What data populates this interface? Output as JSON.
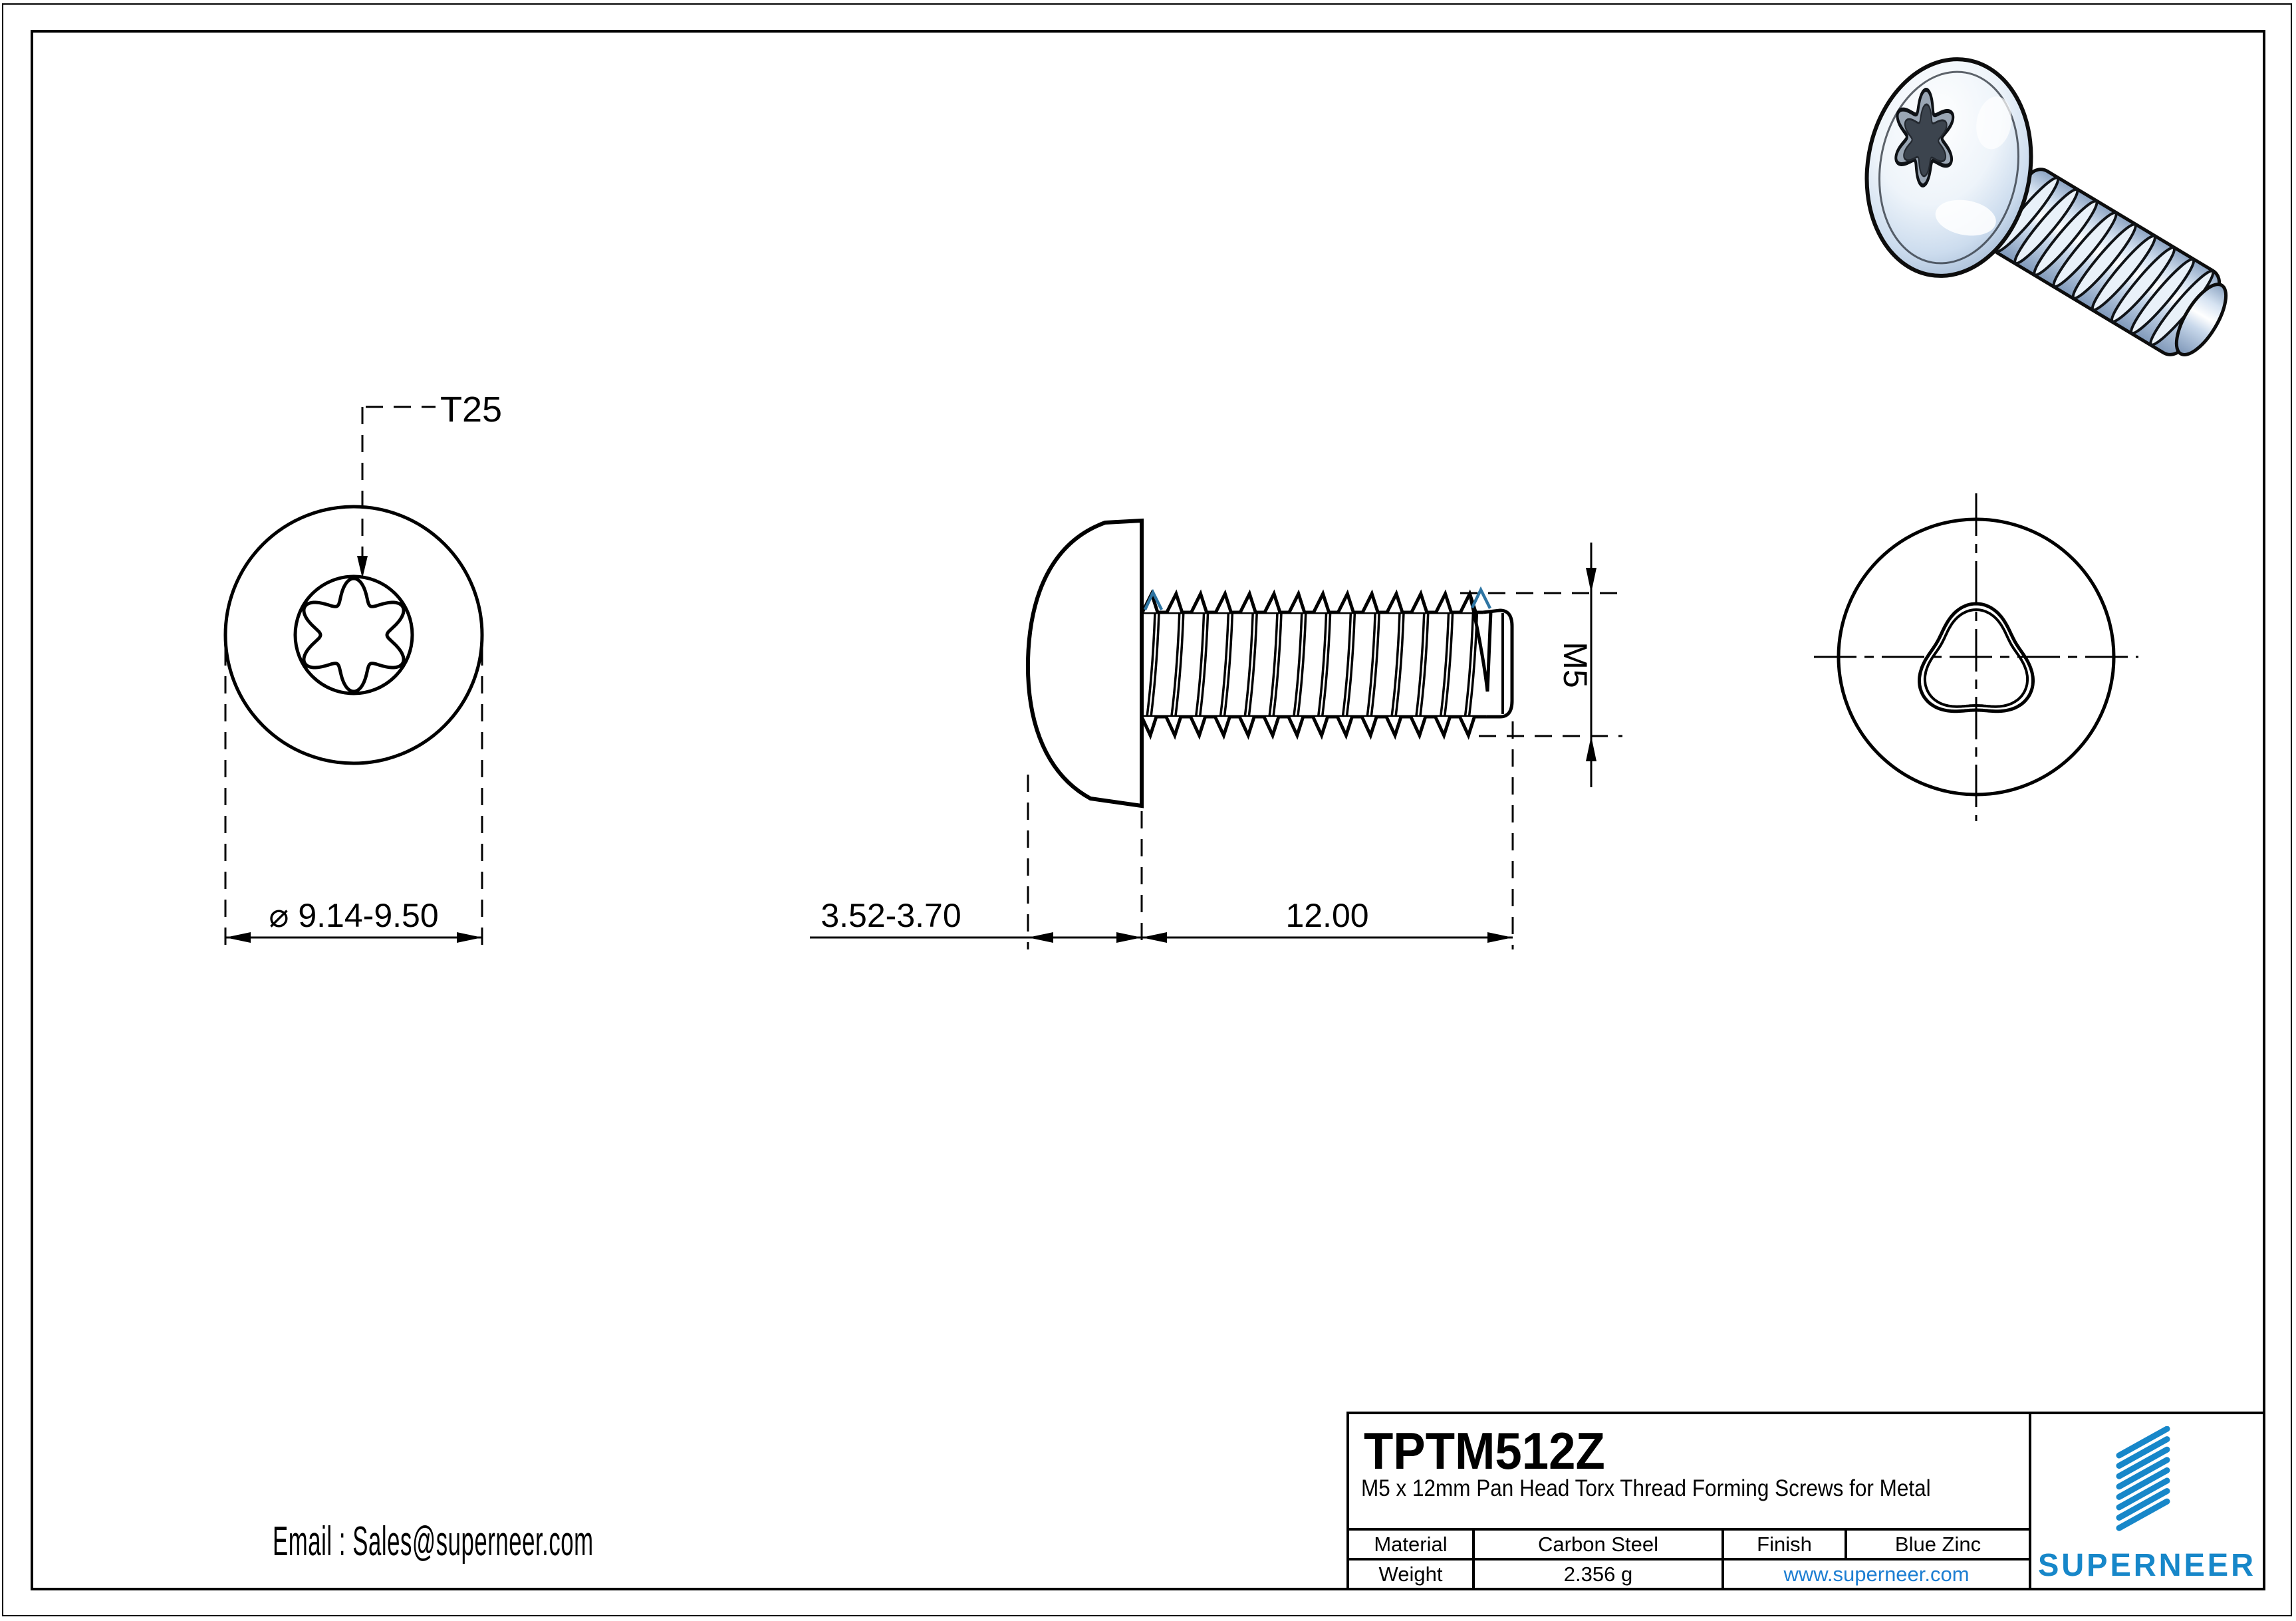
{
  "sheet": {
    "background": "#ffffff",
    "line_color": "#000000"
  },
  "annotations": {
    "torx_size": "T25",
    "head_diameter": "⌀ 9.14-9.50",
    "head_height": "3.52-3.70",
    "thread_length": "12.00",
    "thread_spec": "M5"
  },
  "contact": {
    "email": "Email : Sales@superneer.com"
  },
  "title_block": {
    "part_number": "TPTM512Z",
    "description": "M5 x 12mm Pan Head Torx Thread Forming Screws for Metal",
    "material_label": "Material",
    "material_value": "Carbon Steel",
    "finish_label": "Finish",
    "finish_value": "Blue Zinc",
    "weight_label": "Weight",
    "weight_value": "2.356 g",
    "website": "www.superneer.com",
    "brand": "SUPERNEER"
  },
  "colors": {
    "brand_blue": "#1787c9",
    "link_blue": "#1c7ed2",
    "thread_mark_blue": "#2e75a3",
    "render_body": "#ccdcee"
  }
}
